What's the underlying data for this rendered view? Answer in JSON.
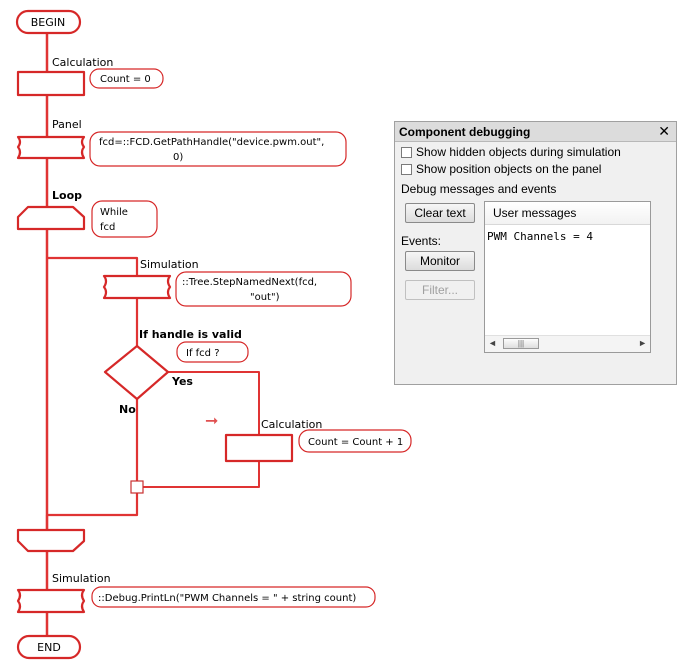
{
  "flowchart": {
    "begin_label": "BEGIN",
    "end_label": "END",
    "calc1": {
      "caption": "Calculation",
      "note": "Count = 0"
    },
    "panel": {
      "caption": "Panel",
      "note_line1": "fcd=::FCD.GetPathHandle(\"device.pwm.out\",",
      "note_line2": "0)"
    },
    "loop": {
      "caption": "Loop",
      "note_line1": "While",
      "note_line2": "fcd"
    },
    "sim1": {
      "caption": "Simulation",
      "note_line1": "::Tree.StepNamedNext(fcd,",
      "note_line2": "\"out\")"
    },
    "decision": {
      "caption": "If handle is valid",
      "note": "If fcd ?",
      "yes": "Yes",
      "no": "No"
    },
    "calc2": {
      "caption": "Calculation",
      "note": "Count = Count + 1"
    },
    "sim2": {
      "caption": "Simulation",
      "note": "::Debug.PrintLn(\"PWM Channels = \" + string count)"
    },
    "arrow_glyph": "➞"
  },
  "debug_panel": {
    "title": "Component debugging",
    "close_glyph": "✕",
    "show_hidden_label": "Show hidden objects during simulation",
    "show_position_label": "Show position objects on the panel",
    "section_label": "Debug messages and events",
    "clear_text_button": "Clear text",
    "events_label": "Events:",
    "monitor_button": "Monitor",
    "filter_button": "Filter...",
    "messages_header": "User messages",
    "messages": [
      "PWM Channels = 4"
    ],
    "scroll_left": "◄",
    "scroll_right": "►",
    "scroll_thumb": "|||"
  },
  "colors": {
    "flow_red": "#d62828",
    "panel_bg": "#f0f0f0"
  }
}
